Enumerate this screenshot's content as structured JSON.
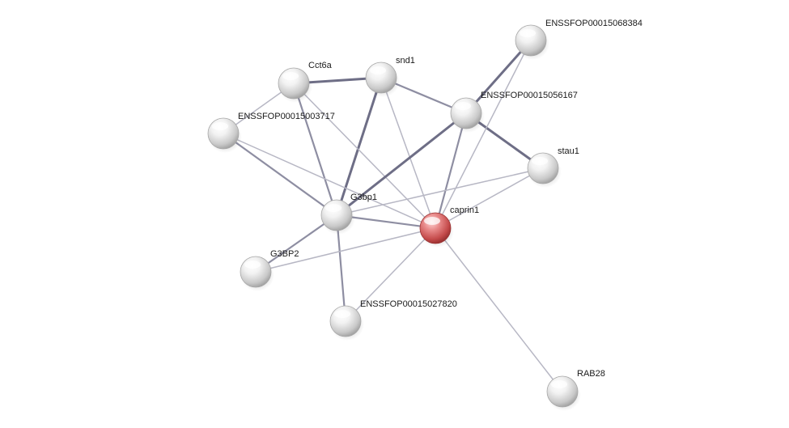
{
  "nodes": [
    {
      "id": "caprin1",
      "label": "caprin1",
      "query": true
    },
    {
      "id": "G3bp1",
      "label": "G3bp1",
      "query": false
    },
    {
      "id": "snd1",
      "label": "snd1",
      "query": false
    },
    {
      "id": "Cct6a",
      "label": "Cct6a",
      "query": false
    },
    {
      "id": "ENSSFOP00015003717",
      "label": "ENSSFOP00015003717",
      "query": false
    },
    {
      "id": "ENSSFOP00015056167",
      "label": "ENSSFOP00015056167",
      "query": false
    },
    {
      "id": "ENSSFOP00015068384",
      "label": "ENSSFOP00015068384",
      "query": false
    },
    {
      "id": "stau1",
      "label": "stau1",
      "query": false
    },
    {
      "id": "G3BP2",
      "label": "G3BP2",
      "query": false
    },
    {
      "id": "ENSSFOP00015027820",
      "label": "ENSSFOP00015027820",
      "query": false
    },
    {
      "id": "RAB28",
      "label": "RAB28",
      "query": false
    }
  ],
  "edges": [
    {
      "source": "Cct6a",
      "target": "snd1",
      "weight": "strong"
    },
    {
      "source": "snd1",
      "target": "ENSSFOP00015056167",
      "weight": "medium"
    },
    {
      "source": "snd1",
      "target": "G3bp1",
      "weight": "strong"
    },
    {
      "source": "snd1",
      "target": "caprin1",
      "weight": "weak"
    },
    {
      "source": "Cct6a",
      "target": "ENSSFOP00015003717",
      "weight": "weak"
    },
    {
      "source": "Cct6a",
      "target": "G3bp1",
      "weight": "medium"
    },
    {
      "source": "Cct6a",
      "target": "caprin1",
      "weight": "weak"
    },
    {
      "source": "ENSSFOP00015003717",
      "target": "G3bp1",
      "weight": "medium"
    },
    {
      "source": "ENSSFOP00015003717",
      "target": "caprin1",
      "weight": "weak"
    },
    {
      "source": "ENSSFOP00015056167",
      "target": "G3bp1",
      "weight": "strong"
    },
    {
      "source": "ENSSFOP00015056167",
      "target": "caprin1",
      "weight": "medium"
    },
    {
      "source": "ENSSFOP00015056167",
      "target": "stau1",
      "weight": "strong"
    },
    {
      "source": "ENSSFOP00015068384",
      "target": "ENSSFOP00015056167",
      "weight": "strong"
    },
    {
      "source": "ENSSFOP00015068384",
      "target": "caprin1",
      "weight": "weak"
    },
    {
      "source": "stau1",
      "target": "G3bp1",
      "weight": "weak"
    },
    {
      "source": "stau1",
      "target": "caprin1",
      "weight": "weak"
    },
    {
      "source": "G3bp1",
      "target": "caprin1",
      "weight": "medium"
    },
    {
      "source": "G3bp1",
      "target": "ENSSFOP00015027820",
      "weight": "medium"
    },
    {
      "source": "G3BP2",
      "target": "G3bp1",
      "weight": "medium"
    },
    {
      "source": "G3BP2",
      "target": "caprin1",
      "weight": "weak"
    },
    {
      "source": "ENSSFOP00015027820",
      "target": "caprin1",
      "weight": "weak"
    },
    {
      "source": "RAB28",
      "target": "caprin1",
      "weight": "weak"
    }
  ],
  "colors": {
    "query_node": "#d9534f",
    "neighbor_node": "#e2e2e2",
    "edge_strong": "#6e6e86",
    "edge_medium": "#8e8ea2",
    "edge_weak": "#b7b7c4"
  }
}
